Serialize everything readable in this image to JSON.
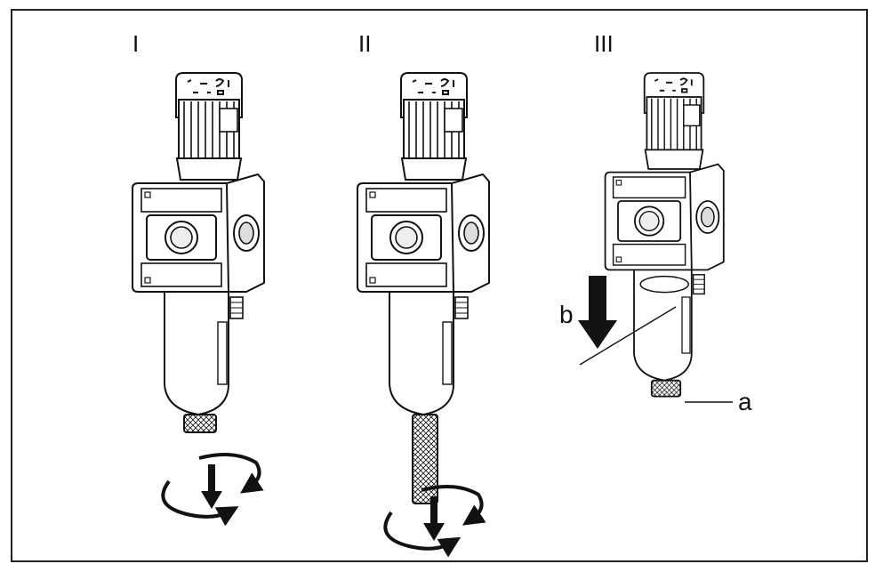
{
  "figure": {
    "panels": [
      {
        "id": "I",
        "label": "I"
      },
      {
        "id": "II",
        "label": "II"
      },
      {
        "id": "III",
        "label": "III"
      }
    ],
    "callouts": {
      "a": "a",
      "b": "b"
    },
    "colors": {
      "line": "#111111",
      "fill": "#ffffff",
      "shade": "#dddddd"
    }
  }
}
